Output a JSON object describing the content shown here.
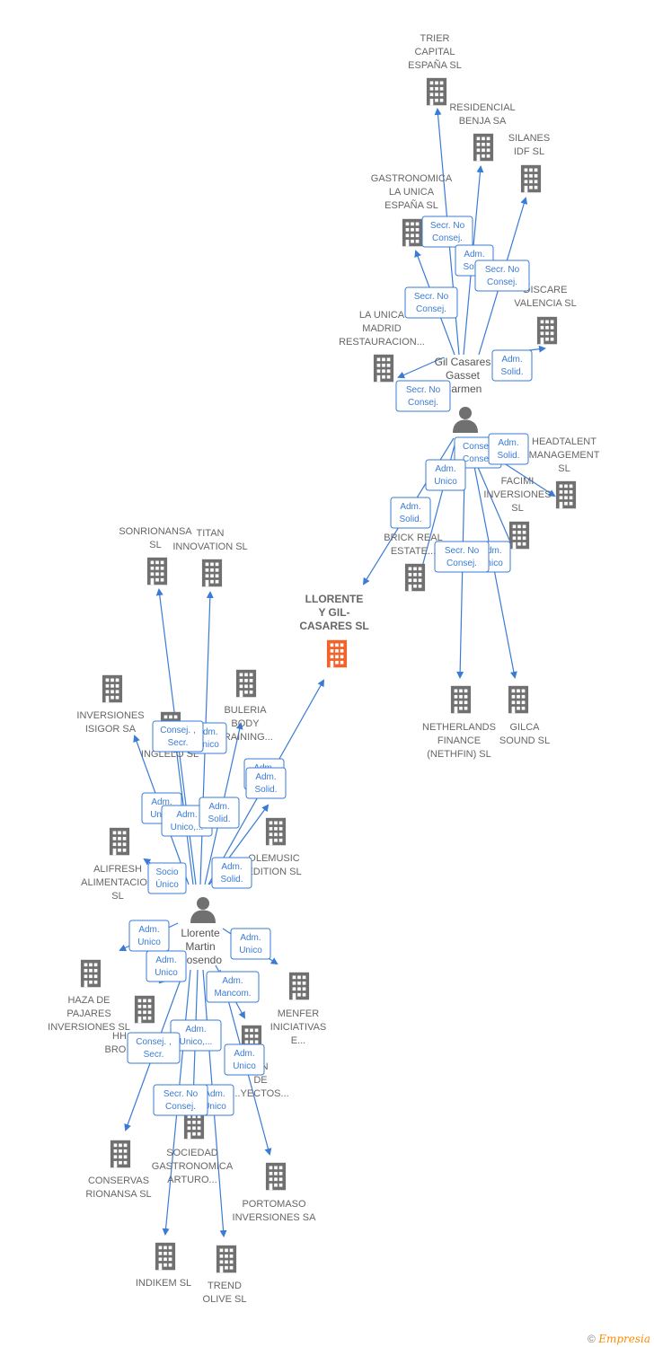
{
  "colors": {
    "edge": "#3a7bd5",
    "company_icon": "#707070",
    "main_company_icon": "#f4622a",
    "person_icon": "#707070",
    "box_border": "#3a7bd5",
    "box_text": "#3a7bd5"
  },
  "people": [
    {
      "id": "p1",
      "lines": [
        "Gil Casares",
        "Gasset",
        "Carmen"
      ]
    },
    {
      "id": "p2",
      "lines": [
        "Llorente",
        "Martin",
        "Rosendo"
      ]
    }
  ],
  "companies": [
    {
      "id": "trier",
      "lines": [
        "TRIER",
        "CAPITAL",
        "ESPAÑA  SL"
      ]
    },
    {
      "id": "residencial",
      "lines": [
        "RESIDENCIAL",
        "BENJA SA"
      ]
    },
    {
      "id": "silanes",
      "lines": [
        "SILANES",
        "IDF SL"
      ]
    },
    {
      "id": "gastronomica",
      "lines": [
        "GASTRONOMICA",
        "LA UNICA",
        "ESPAÑA  SL"
      ]
    },
    {
      "id": "discare",
      "lines": [
        "DISCARE",
        "VALENCIA  SL"
      ]
    },
    {
      "id": "launica",
      "lines": [
        "LA UNICA",
        "MADRID",
        "RESTAURACION..."
      ]
    },
    {
      "id": "headtalent",
      "lines": [
        "HEADTALENT",
        "MANAGEMENT",
        "SL"
      ]
    },
    {
      "id": "facimi",
      "lines": [
        "FACIMI",
        "INVERSIONES",
        "SL"
      ]
    },
    {
      "id": "brick",
      "lines": [
        "BRICK REAL",
        "ESTATE..."
      ]
    },
    {
      "id": "llorente",
      "lines": [
        "LLORENTE",
        "Y GIL-",
        "CASARES  SL"
      ],
      "main": true
    },
    {
      "id": "netherlands",
      "lines": [
        "NETHERLANDS",
        "FINANCE",
        "(NETHFIN)  SL"
      ]
    },
    {
      "id": "gilca",
      "lines": [
        "GILCA",
        "SOUND  SL"
      ]
    },
    {
      "id": "sonrionansa",
      "lines": [
        "SONRIONANSA",
        "SL"
      ]
    },
    {
      "id": "titan",
      "lines": [
        "TITAN",
        "INNOVATION SL"
      ]
    },
    {
      "id": "isigor",
      "lines": [
        "INVERSIONES",
        "ISIGOR SA"
      ]
    },
    {
      "id": "buleria",
      "lines": [
        "BULERIA",
        "BODY",
        "TRAINING..."
      ]
    },
    {
      "id": "inglelo",
      "lines": [
        "INGLELO SL"
      ]
    },
    {
      "id": "olemusic",
      "lines": [
        "OLEMUSIC",
        "EDITION  SL"
      ]
    },
    {
      "id": "alifresh",
      "lines": [
        "ALIFRESH",
        "ALIMENTACION",
        "SL"
      ]
    },
    {
      "id": "haza",
      "lines": [
        "HAZA DE",
        "PAJARES",
        "INVERSIONES SL"
      ]
    },
    {
      "id": "hhbro",
      "lines": [
        "HH",
        "BRO..."
      ]
    },
    {
      "id": "menfer",
      "lines": [
        "MENFER",
        "INICIATIVAS",
        "E..."
      ]
    },
    {
      "id": "gestion",
      "lines": [
        "...N",
        "DE",
        "...YECTOS..."
      ]
    },
    {
      "id": "conservas",
      "lines": [
        "CONSERVAS",
        "RIONANSA  SL"
      ]
    },
    {
      "id": "sociedad",
      "lines": [
        "SOCIEDAD",
        "GASTRONOMICA",
        "ARTURO..."
      ]
    },
    {
      "id": "portomaso",
      "lines": [
        "PORTOMASO",
        "INVERSIONES SA"
      ]
    },
    {
      "id": "indikem",
      "lines": [
        "INDIKEM SL"
      ]
    },
    {
      "id": "trend",
      "lines": [
        "TREND",
        "OLIVE SL"
      ]
    }
  ],
  "relations": [
    {
      "id": "r1",
      "lines": [
        "Secr.  No",
        "Consej."
      ]
    },
    {
      "id": "r2",
      "lines": [
        "Adm.",
        "Solid."
      ]
    },
    {
      "id": "r3",
      "lines": [
        "Secr.  No",
        "Consej."
      ]
    },
    {
      "id": "r4",
      "lines": [
        "Secr.  No",
        "Consej."
      ]
    },
    {
      "id": "r5",
      "lines": [
        "Adm.",
        "Solid."
      ]
    },
    {
      "id": "r6",
      "lines": [
        "Secr.  No",
        "Consej."
      ]
    },
    {
      "id": "r7",
      "lines": [
        "Consej.",
        "Consej."
      ]
    },
    {
      "id": "r8",
      "lines": [
        "Adm.",
        "Solid."
      ]
    },
    {
      "id": "r9",
      "lines": [
        "Adm.",
        "Unico"
      ]
    },
    {
      "id": "r10",
      "lines": [
        "Adm.",
        "Solid."
      ]
    },
    {
      "id": "r11",
      "lines": [
        "Adm.",
        "Unico"
      ]
    },
    {
      "id": "r12",
      "lines": [
        "Secr.  No",
        "Consej."
      ]
    },
    {
      "id": "r13",
      "lines": [
        "Adm.",
        "Unico"
      ]
    },
    {
      "id": "r14",
      "lines": [
        "Consej. ,",
        "Secr."
      ]
    },
    {
      "id": "r15",
      "lines": [
        "Adm.",
        "Solid."
      ]
    },
    {
      "id": "r16",
      "lines": [
        "Adm.",
        "Solid."
      ]
    },
    {
      "id": "r17",
      "lines": [
        "Adm.",
        "Unico"
      ]
    },
    {
      "id": "r18",
      "lines": [
        "Adm.",
        "Unico,..."
      ]
    },
    {
      "id": "r19",
      "lines": [
        "Adm.",
        "Solid."
      ]
    },
    {
      "id": "r20",
      "lines": [
        "Socio",
        "Único"
      ]
    },
    {
      "id": "r21",
      "lines": [
        "Adm.",
        "Solid."
      ]
    },
    {
      "id": "r22",
      "lines": [
        "Adm.",
        "Unico"
      ]
    },
    {
      "id": "r23",
      "lines": [
        "Adm.",
        "Unico"
      ]
    },
    {
      "id": "r24",
      "lines": [
        "Adm.",
        "Unico"
      ]
    },
    {
      "id": "r25",
      "lines": [
        "Adm.",
        "Mancom."
      ]
    },
    {
      "id": "r26",
      "lines": [
        "Adm.",
        "Unico,..."
      ]
    },
    {
      "id": "r27",
      "lines": [
        "Consej. ,",
        "Secr."
      ]
    },
    {
      "id": "r28",
      "lines": [
        "Adm.",
        "Unico"
      ]
    },
    {
      "id": "r29",
      "lines": [
        "Adm.",
        "Unico"
      ]
    },
    {
      "id": "r30",
      "lines": [
        "Secr.  No",
        "Consej."
      ]
    },
    {
      "id": "r31",
      "lines": [
        "Adm.",
        "Unico"
      ]
    }
  ],
  "footer": {
    "copyright": "©",
    "brand": "Empresia"
  }
}
